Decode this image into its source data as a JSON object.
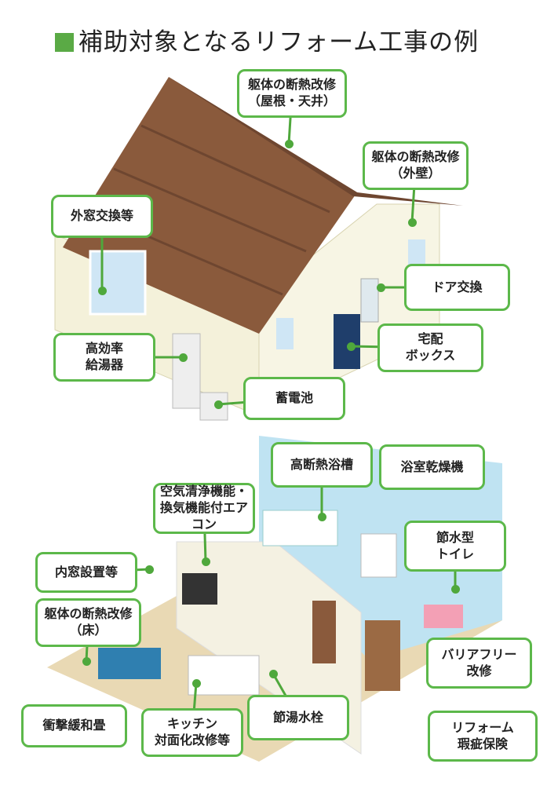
{
  "title": "補助対象となるリフォーム工事の例",
  "colors": {
    "accent": "#5cb84a",
    "roof": "#8a5a3c",
    "wall": "#f4f1da",
    "water": "#bfe3f2"
  },
  "callouts": [
    {
      "lines": [
        "躯体の断熱改修",
        "（屋根・天井）"
      ]
    },
    {
      "lines": [
        "躯体の断熱改修",
        "（外壁）"
      ]
    },
    {
      "lines": [
        "外窓交換等"
      ]
    },
    {
      "lines": [
        "ドア交換"
      ]
    },
    {
      "lines": [
        "高効率",
        "給湯器"
      ]
    },
    {
      "lines": [
        "宅配",
        "ボックス"
      ]
    },
    {
      "lines": [
        "蓄電池"
      ]
    },
    {
      "lines": [
        "高断熱浴槽"
      ]
    },
    {
      "lines": [
        "浴室乾燥機"
      ]
    },
    {
      "lines": [
        "空気清浄機能・",
        "換気機能付エアコン"
      ]
    },
    {
      "lines": [
        "節水型",
        "トイレ"
      ]
    },
    {
      "lines": [
        "内窓設置等"
      ]
    },
    {
      "lines": [
        "躯体の断熱改修",
        "（床）"
      ]
    },
    {
      "lines": [
        "バリアフリー",
        "改修"
      ]
    },
    {
      "lines": [
        "衝撃緩和畳"
      ]
    },
    {
      "lines": [
        "キッチン",
        "対面化改修等"
      ]
    },
    {
      "lines": [
        "節湯水栓"
      ]
    },
    {
      "lines": [
        "リフォーム",
        "瑕疵保険"
      ]
    }
  ]
}
